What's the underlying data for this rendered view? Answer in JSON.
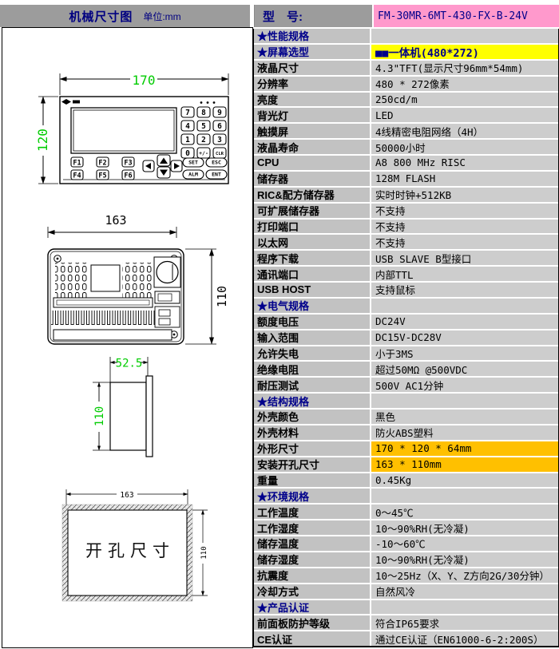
{
  "header": {
    "left_title": "机械尺寸图",
    "left_unit": "单位:mm",
    "model_label": "型　号:",
    "model_value": "FM-30MR-6MT-430-FX-B-24V"
  },
  "colors": {
    "model_pink": "#ff99cc",
    "highlight_yellow": "#ffff00",
    "highlight_orange": "#ffc000",
    "header_gray": "#9c9c9c",
    "label_gray": "#c2c2c2",
    "value_gray": "#cdcdcd",
    "dim_green": "#00cc00",
    "navy": "#000080"
  },
  "drawings": {
    "front": {
      "width": "170",
      "height": "120",
      "numpad": [
        "7",
        "8",
        "9",
        "4",
        "5",
        "6",
        "1",
        "2",
        "3",
        "0",
        "+/-",
        "CLR"
      ],
      "fkeys": [
        "F1",
        "F2",
        "F3",
        "F4",
        "F5",
        "F6"
      ],
      "buttons": [
        "SET",
        "ESC",
        "ALM",
        "ENT"
      ]
    },
    "rear": {
      "width": "163",
      "height": "110"
    },
    "side": {
      "depth": "52.5",
      "height": "110"
    },
    "cutout": {
      "width": "163",
      "height": "110",
      "label": "开孔尺寸"
    }
  },
  "spec_rows": [
    {
      "label": "★性能规格",
      "value": "",
      "section": true
    },
    {
      "label": "★屏幕选型",
      "value": "■■一体机(480*272)",
      "section": true,
      "value_bg": "#ffff00",
      "value_navy": true
    },
    {
      "label": "液晶尺寸",
      "value": "4.3\"TFT(显示尺寸96mm*54mm)"
    },
    {
      "label": "分辨率",
      "value": "480 * 272像素"
    },
    {
      "label": "亮度",
      "value": "250cd/m"
    },
    {
      "label": "背光灯",
      "value": "LED"
    },
    {
      "label": "触摸屏",
      "value": "4线精密电阻网络（4H）"
    },
    {
      "label": "液晶寿命",
      "value": "50000小时"
    },
    {
      "label": "CPU",
      "value": "A8 800 MHz RISC"
    },
    {
      "label": "储存器",
      "value": "128M FLASH"
    },
    {
      "label": "RIC&配方储存器",
      "value": "实时时钟+512KB"
    },
    {
      "label": "可扩展储存器",
      "value": "不支持"
    },
    {
      "label": "打印端口",
      "value": "不支持"
    },
    {
      "label": "以太网",
      "value": "不支持"
    },
    {
      "label": "程序下载",
      "value": "USB SLAVE B型接口"
    },
    {
      "label": "通讯端口",
      "value": "内部TTL"
    },
    {
      "label": "USB HOST",
      "value": "支持鼠标"
    },
    {
      "label": "★电气规格",
      "value": "",
      "section": true
    },
    {
      "label": "额度电压",
      "value": "DC24V"
    },
    {
      "label": "输入范围",
      "value": "DC15V-DC28V"
    },
    {
      "label": "允许失电",
      "value": "小于3MS"
    },
    {
      "label": "绝缘电阻",
      "value": "超过50MΩ @500VDC"
    },
    {
      "label": "耐压测试",
      "value": "500V AC1分钟"
    },
    {
      "label": "★结构规格",
      "value": "",
      "section": true
    },
    {
      "label": "外壳颜色",
      "value": "黑色"
    },
    {
      "label": "外壳材料",
      "value": "防火ABS塑料"
    },
    {
      "label": "外形尺寸",
      "value": "170 * 120 * 64mm",
      "value_bg": "#ffc000"
    },
    {
      "label": "安装开孔尺寸",
      "value": "163 * 110mm",
      "value_bg": "#ffc000"
    },
    {
      "label": "重量",
      "value": "0.45Kg"
    },
    {
      "label": "★环境规格",
      "value": "",
      "section": true
    },
    {
      "label": "工作温度",
      "value": "0～45℃"
    },
    {
      "label": "工作湿度",
      "value": "10～90%RH(无冷凝)"
    },
    {
      "label": "储存温度",
      "value": "-10～60℃"
    },
    {
      "label": "储存湿度",
      "value": "10～90%RH(无冷凝)"
    },
    {
      "label": "抗震度",
      "value": "10～25Hz（X、Y、Z方向2G/30分钟）"
    },
    {
      "label": "冷却方式",
      "value": "自然风冷"
    },
    {
      "label": "★产品认证",
      "value": "",
      "section": true
    },
    {
      "label": "前面板防护等级",
      "value": "符合IP65要求"
    },
    {
      "label": "CE认证",
      "value": "通过CE认证（EN61000-6-2:200S）"
    }
  ]
}
